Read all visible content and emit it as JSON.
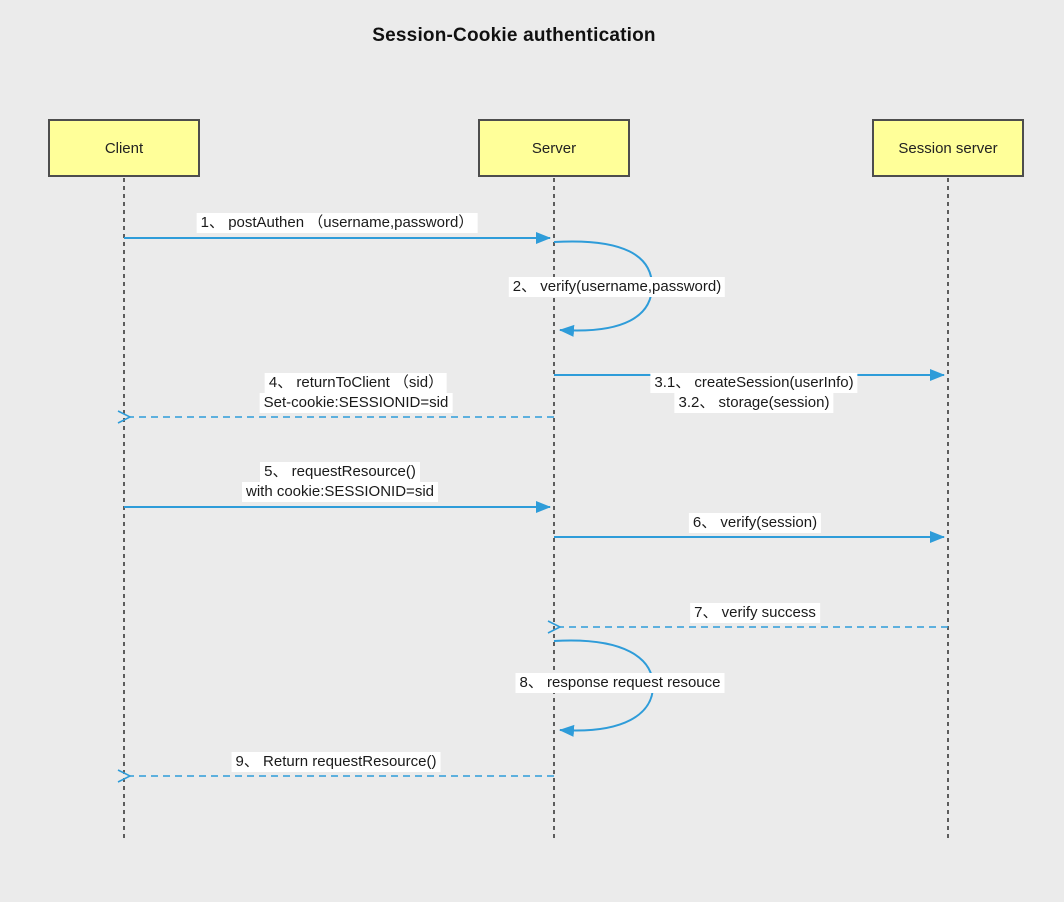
{
  "title": "Session-Cookie authentication",
  "colors": {
    "background": "#ebebeb",
    "actor_fill": "#ffff99",
    "actor_border": "#4d4d4d",
    "arrow_blue": "#2e9cd9",
    "lifeline_gray": "#3a3a3a",
    "label_background": "#ffffff"
  },
  "actors": [
    {
      "label": "Client"
    },
    {
      "label": "Server"
    },
    {
      "label": "Session server"
    }
  ],
  "messages": [
    {
      "id": "1",
      "from": "Client",
      "to": "Server",
      "style": "solid",
      "lines": [
        "1、 postAuthen （username,password）"
      ]
    },
    {
      "id": "2",
      "from": "Server",
      "to": "Server",
      "style": "self-loop",
      "lines": [
        "2、 verify(username,password)"
      ]
    },
    {
      "id": "3",
      "from": "Server",
      "to": "Session server",
      "style": "solid",
      "lines": [
        "3.1、 createSession(userInfo)",
        "3.2、 storage(session)"
      ]
    },
    {
      "id": "4",
      "from": "Server",
      "to": "Client",
      "style": "dashed",
      "lines": [
        "4、 returnToClient （sid）",
        "Set-cookie:SESSIONID=sid"
      ]
    },
    {
      "id": "5",
      "from": "Client",
      "to": "Server",
      "style": "solid",
      "lines": [
        "5、 requestResource()",
        "with cookie:SESSIONID=sid"
      ]
    },
    {
      "id": "6",
      "from": "Server",
      "to": "Session server",
      "style": "solid",
      "lines": [
        "6、 verify(session)"
      ]
    },
    {
      "id": "7",
      "from": "Session server",
      "to": "Server",
      "style": "dashed",
      "lines": [
        "7、 verify success"
      ]
    },
    {
      "id": "8",
      "from": "Server",
      "to": "Server",
      "style": "self-loop",
      "lines": [
        "8、 response request resouce"
      ]
    },
    {
      "id": "9",
      "from": "Server",
      "to": "Client",
      "style": "dashed",
      "lines": [
        "9、 Return requestResource()"
      ]
    }
  ]
}
